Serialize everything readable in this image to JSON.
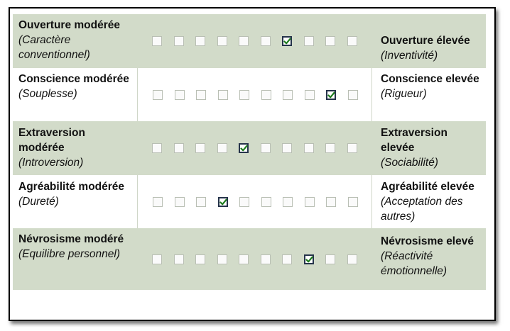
{
  "rows": [
    {
      "left_bold": "Ouverture modérée",
      "left_italic": "(Caractère conventionnel)",
      "right_bold": "Ouverture élevée",
      "right_italic": "(Inventivité)",
      "checked_index": 6,
      "shaded": true
    },
    {
      "left_bold": "Conscience modérée",
      "left_italic": "(Souplesse)",
      "right_bold": "Conscience elevée",
      "right_italic": "(Rigueur)",
      "checked_index": 8,
      "shaded": false
    },
    {
      "left_bold": "Extraversion modérée",
      "left_italic": "(Introversion)",
      "right_bold": "Extraversion elevée",
      "right_italic": "(Sociabilité)",
      "checked_index": 4,
      "shaded": true
    },
    {
      "left_bold": "Agréabilité modérée",
      "left_italic": "(Dureté)",
      "right_bold": "Agréabilité elevée",
      "right_italic": "(Acceptation des autres)",
      "checked_index": 3,
      "shaded": false
    },
    {
      "left_bold": "Névrosisme modéré",
      "left_italic": "(Equilibre personnel)",
      "right_bold": "Névrosisme elevé",
      "right_italic": "(Réactivité émotionnelle)",
      "checked_index": 7,
      "shaded": true
    }
  ],
  "boxes_per_row": 10,
  "colors": {
    "shaded_row": "#d2dbc9",
    "check_mark": "#1e7d1e",
    "checked_border": "#26344b",
    "box_border": "#b9bfb4"
  },
  "icons": {
    "check": "checkmark-icon"
  }
}
